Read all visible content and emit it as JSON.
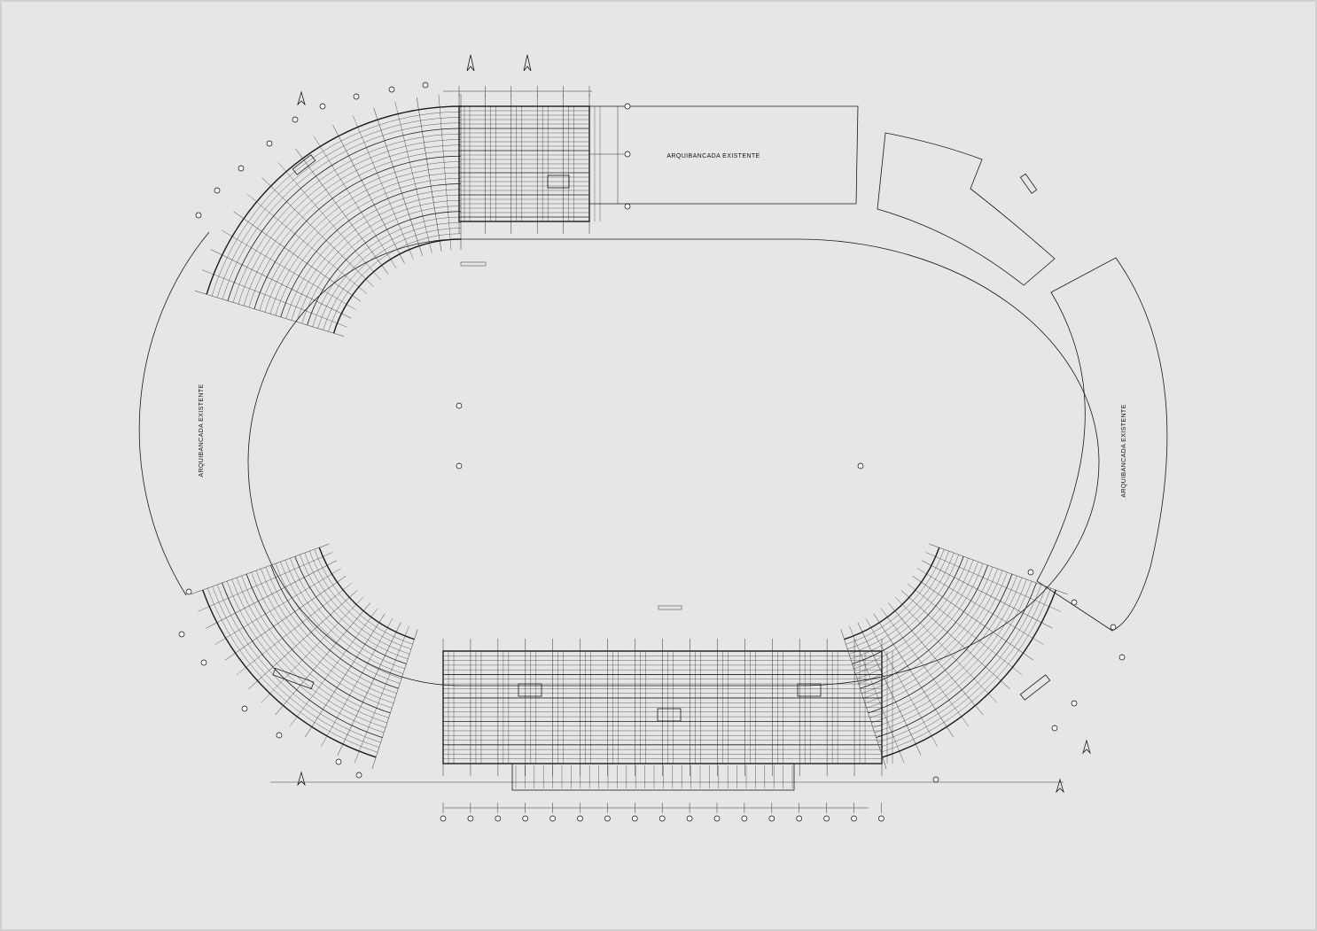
{
  "labels": {
    "top": "ARQUIBANCADA EXISTENTE",
    "left": "ARQUIBANCADA EXISTENTE",
    "right": "ARQUIBANCADA EXISTENTE"
  }
}
